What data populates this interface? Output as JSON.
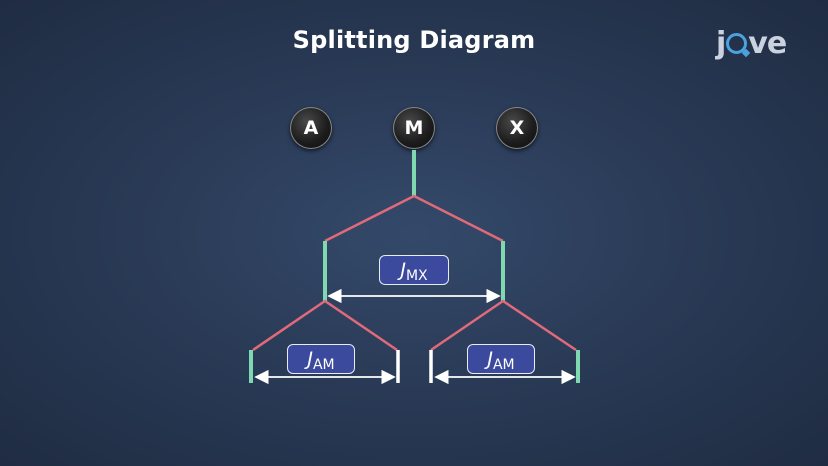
{
  "title": "Splitting Diagram",
  "logo": {
    "text_left": "j",
    "text_right": "ve"
  },
  "nuclei": [
    "A",
    "M",
    "X"
  ],
  "coupling_labels": [
    {
      "symbol": "J",
      "subscript": "MX"
    },
    {
      "symbol": "J",
      "subscript": "AM"
    },
    {
      "symbol": "J",
      "subscript": "AM"
    }
  ],
  "colors": {
    "line": "#e06a7a",
    "peak": "#7fd8b0",
    "arrow": "#ffffff",
    "label_box": "#3b4a9c"
  }
}
